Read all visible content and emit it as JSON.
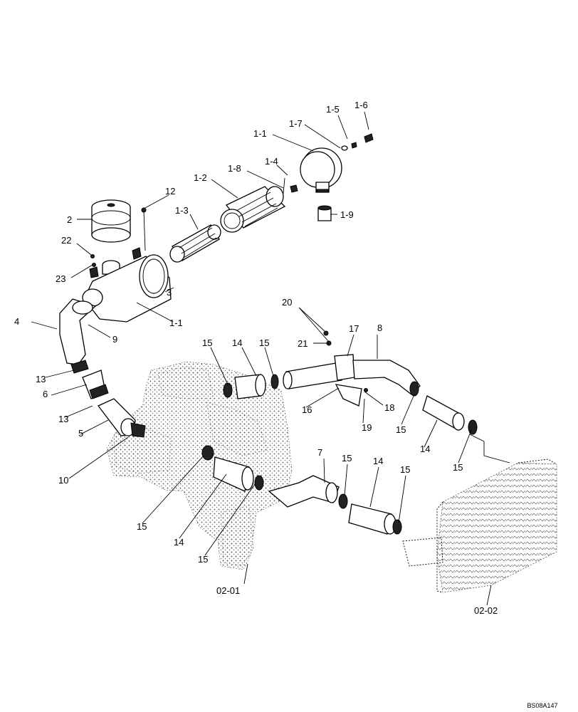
{
  "callouts": {
    "c1_5": "1-5",
    "c1_6": "1-6",
    "c1_7": "1-7",
    "c1_1_top": "1-1",
    "c1_4": "1-4",
    "c1_8": "1-8",
    "c1_2": "1-2",
    "c1_9": "1-9",
    "c12": "12",
    "c2": "2",
    "c1_3": "1-3",
    "c22": "22",
    "c23": "23",
    "c3": "3",
    "c1_1_body": "1-1",
    "c4": "4",
    "c9": "9",
    "c20": "20",
    "c17": "17",
    "c8": "8",
    "c21": "21",
    "c15_a": "15",
    "c14_a": "14",
    "c15_b": "15",
    "c13_a": "13",
    "c6": "6",
    "c13_b": "13",
    "c5": "5",
    "c16": "16",
    "c18": "18",
    "c19": "19",
    "c15_c": "15",
    "c14_b": "14",
    "c15_d": "15",
    "c10": "10",
    "c7": "7",
    "c15_e": "15",
    "c14_c": "14",
    "c15_f": "15",
    "c15_g": "15",
    "c14_d": "14",
    "c15_h": "15",
    "c02_01": "02-01",
    "c02_02": "02-02"
  },
  "footer": {
    "code": "BS08A147"
  }
}
